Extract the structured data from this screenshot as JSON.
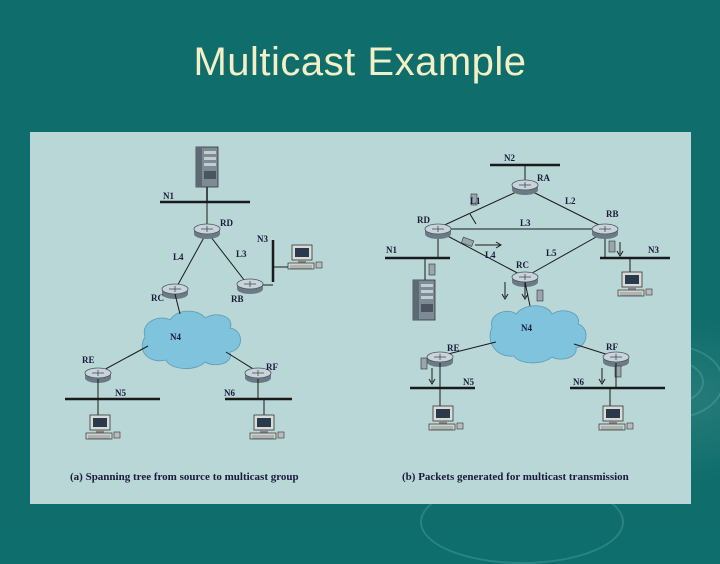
{
  "title": "Multicast Example",
  "colors": {
    "background": "#0f6d6b",
    "title": "#f3f0c8",
    "panel": "#b9d7d7",
    "cloud": "#7fc3dd"
  },
  "left": {
    "caption": "(a) Spanning tree from source to multicast group",
    "labels": {
      "n1": "N1",
      "rd": "RD",
      "n3": "N3",
      "l4": "L4",
      "l3": "L3",
      "rc": "RC",
      "rb": "RB",
      "n4": "N4",
      "re": "RE",
      "rf": "RF",
      "n5": "N5",
      "n6": "N6"
    }
  },
  "right": {
    "caption": "(b) Packets generated for multicast transmission",
    "labels": {
      "n2": "N2",
      "ra": "RA",
      "l1": "L1",
      "l2": "L2",
      "rd": "RD",
      "rb": "RB",
      "l3": "L3",
      "n1": "N1",
      "l4": "L4",
      "rc": "RC",
      "l5": "L5",
      "n3": "N3",
      "n4": "N4",
      "re": "RE",
      "rf": "RF",
      "n5": "N5",
      "n6": "N6"
    }
  }
}
